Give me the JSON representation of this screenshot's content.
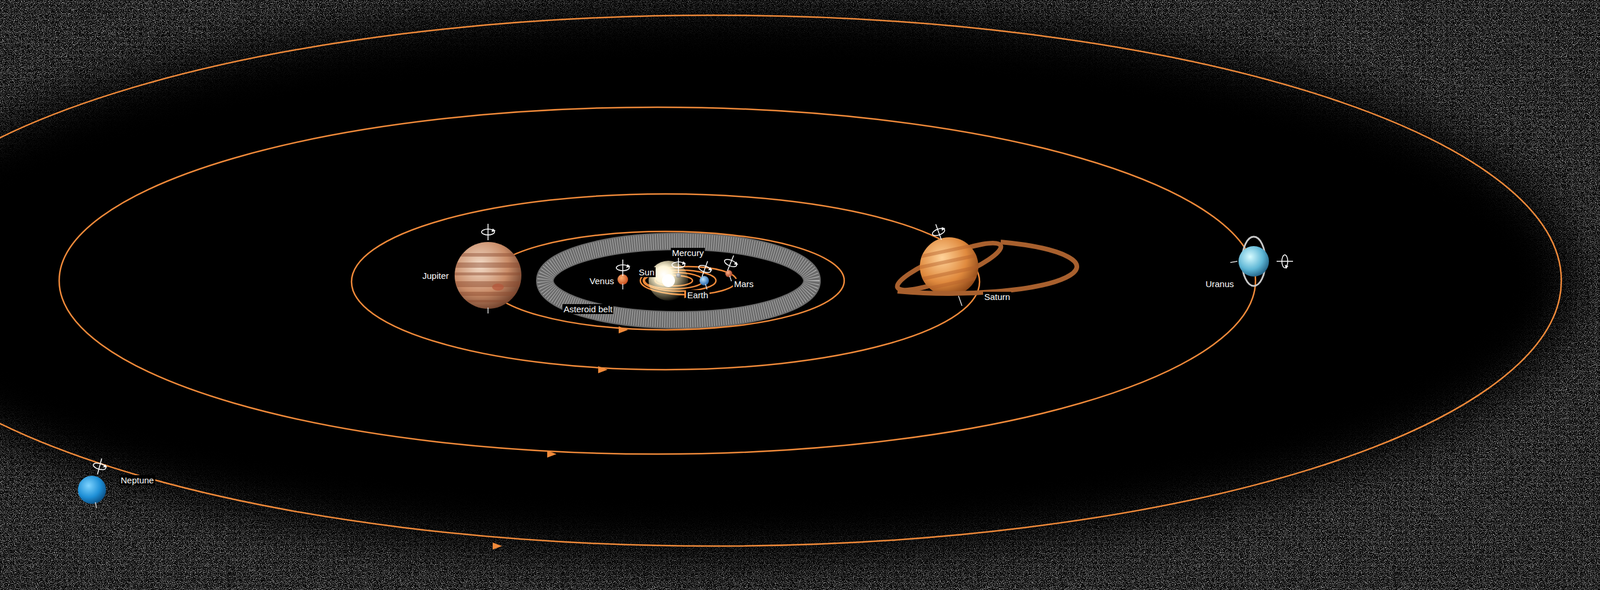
{
  "diagram": {
    "labels": [
      "Jupiter",
      "Venus",
      "Sun",
      "Mercury",
      "Earth",
      "Mars",
      "Asteroid belt",
      "Saturn",
      "Uranus",
      "Neptune"
    ]
  }
}
